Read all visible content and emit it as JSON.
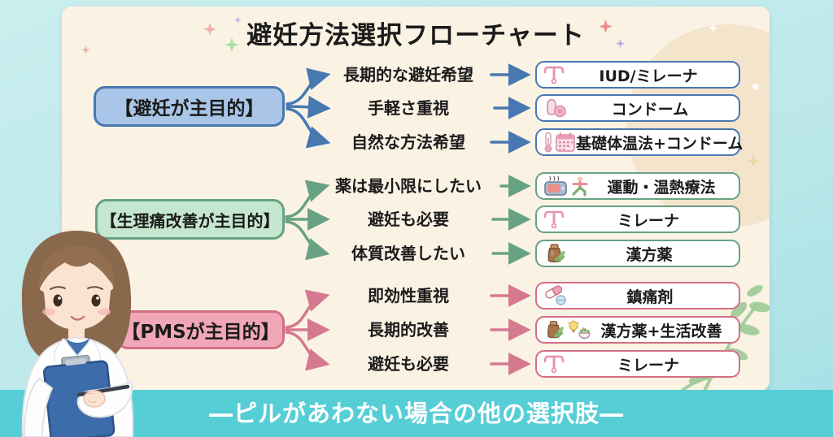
{
  "title": "避妊方法選択フローチャート",
  "footer": {
    "label": "―ピルがあわない場合の他の選択肢―",
    "bg_color": "#56ced6"
  },
  "card_bg_color": "#faf2e3",
  "groups": [
    {
      "category": "【避妊が主目的】",
      "accent_color": "#4878b2",
      "fill_color": "#a9c5e7",
      "branches": [
        {
          "condition": "長期的な避妊希望",
          "result": "IUD/ミレーナ",
          "icons": [
            "iud-icon"
          ]
        },
        {
          "condition": "手軽さ重視",
          "result": "コンドーム",
          "icons": [
            "condom-icon"
          ]
        },
        {
          "condition": "自然な方法希望",
          "result": "基礎体温法+コンドーム",
          "icons": [
            "thermometer-icon",
            "calendar-icon"
          ]
        }
      ]
    },
    {
      "category": "【生理痛改善が主目的】",
      "accent_color": "#68a284",
      "fill_color": "#c5e7cf",
      "branches": [
        {
          "condition": "薬は最小限にしたい",
          "result": "運動・温熱療法",
          "icons": [
            "heating-pad-icon",
            "yoga-icon"
          ]
        },
        {
          "condition": "避妊も必要",
          "result": "ミレーナ",
          "icons": [
            "iud-icon"
          ]
        },
        {
          "condition": "体質改善したい",
          "result": "漢方薬",
          "icons": [
            "herbal-jar-icon"
          ]
        }
      ]
    },
    {
      "category": "【PMSが主目的】",
      "accent_color": "#d36e87",
      "fill_color": "#f1a7b8",
      "branches": [
        {
          "condition": "即効性重視",
          "result": "鎮痛剤",
          "icons": [
            "pills-icon"
          ]
        },
        {
          "condition": "長期的改善",
          "result": "漢方薬+生活改善",
          "icons": [
            "herbal-jar-icon",
            "lifestyle-icon"
          ]
        },
        {
          "condition": "避妊も必要",
          "result": "ミレーナ",
          "icons": [
            "iud-icon"
          ]
        }
      ]
    }
  ]
}
